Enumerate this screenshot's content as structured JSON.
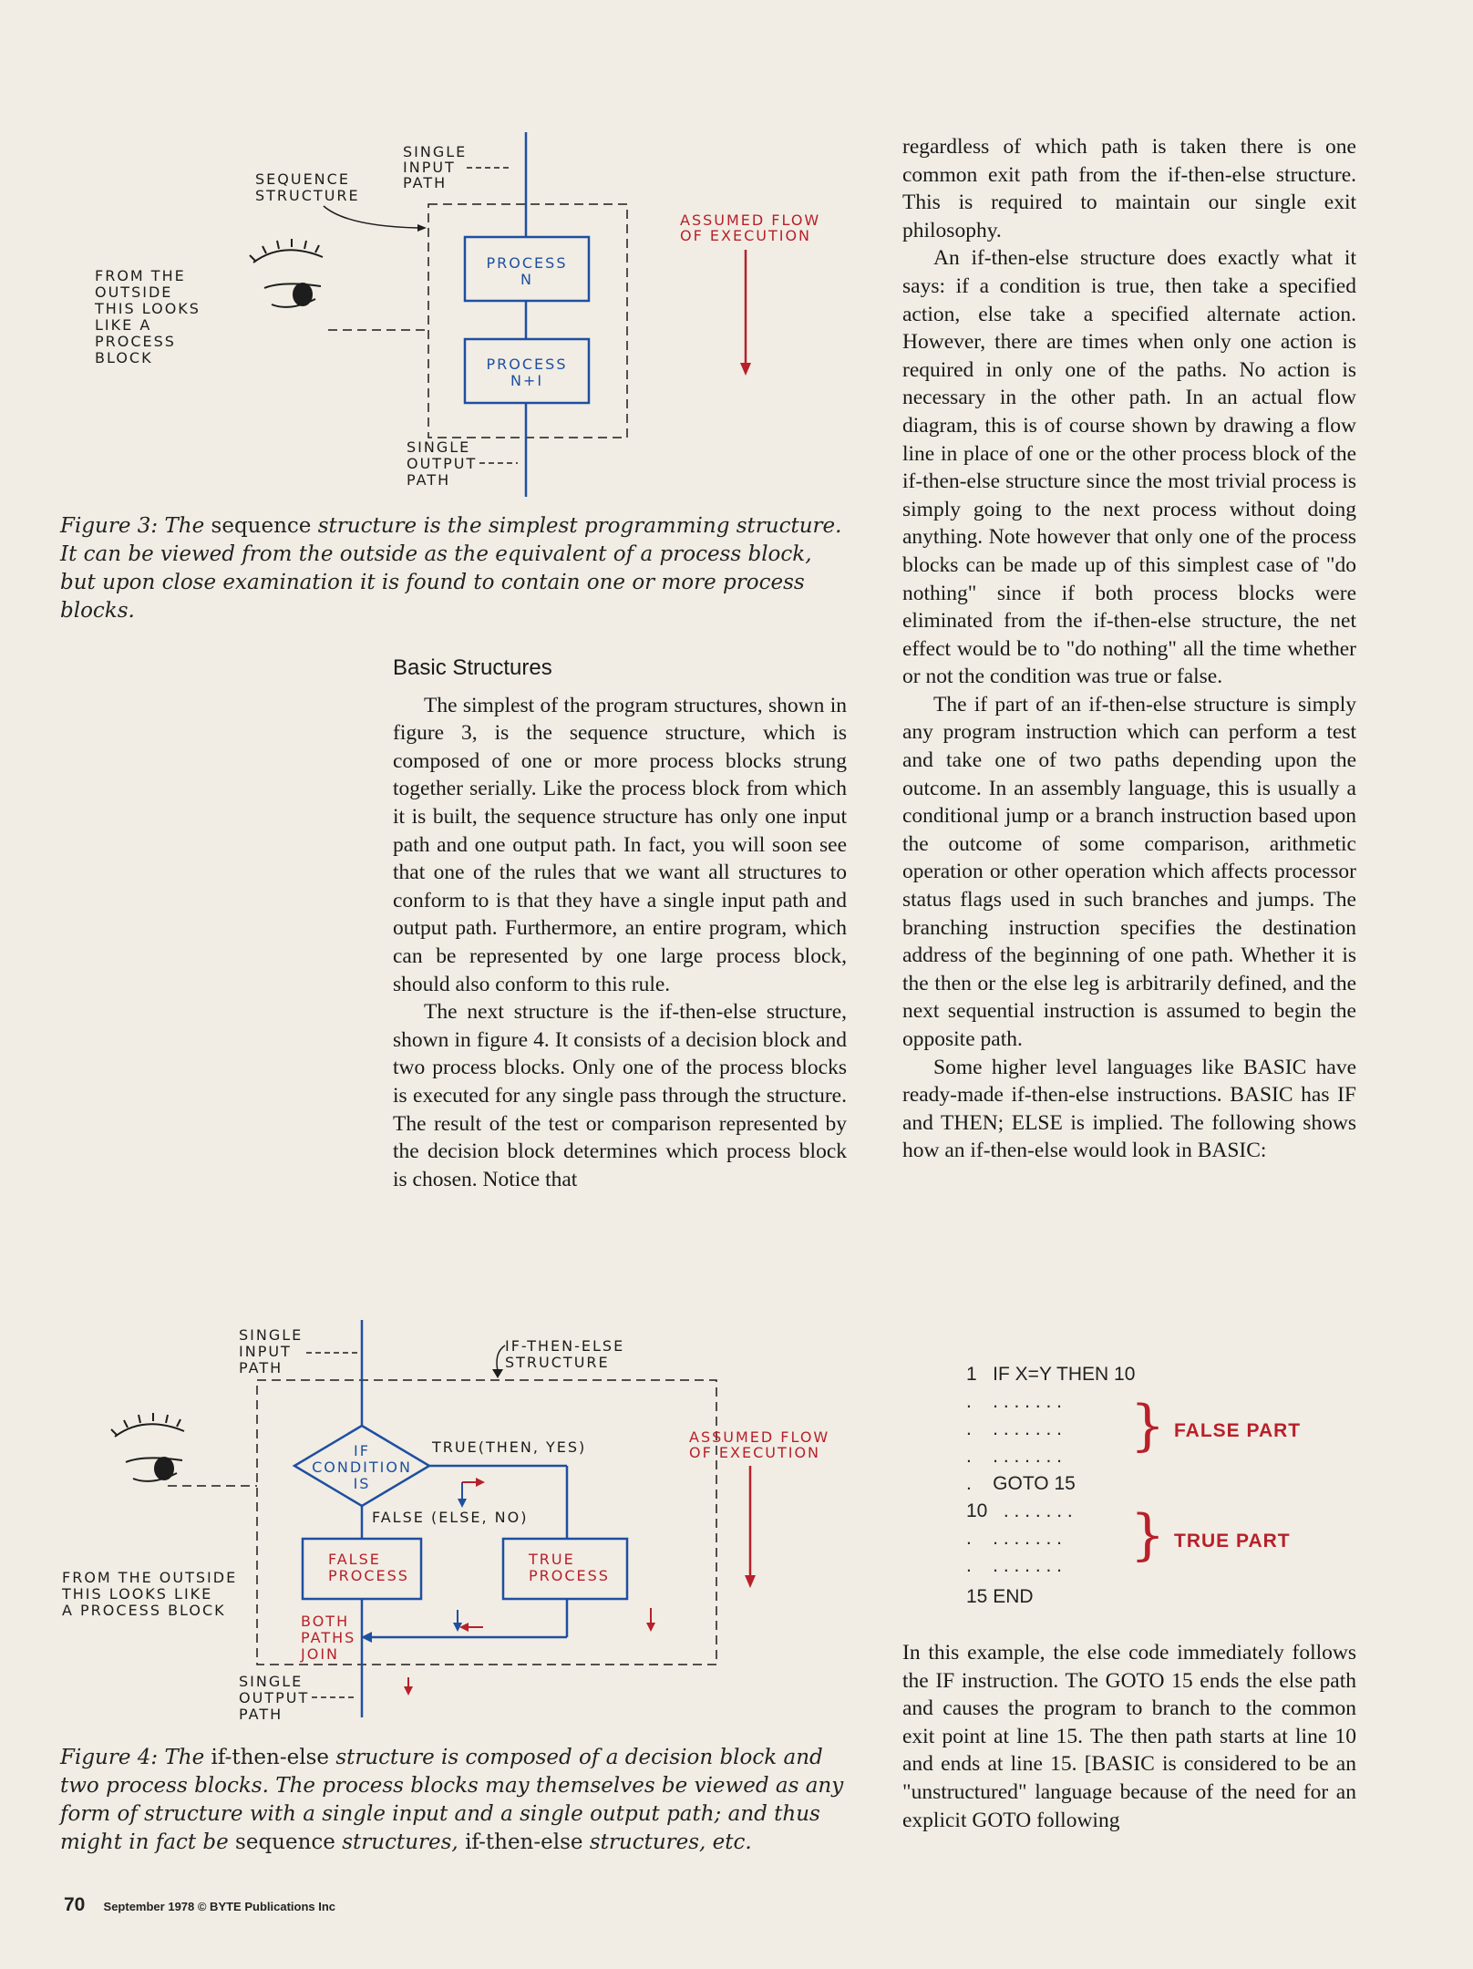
{
  "figure3": {
    "sequence_structure": [
      "SEQUENCE",
      "STRUCTURE"
    ],
    "single_input_path": [
      "SINGLE",
      "INPUT",
      "PATH"
    ],
    "single_output_path": [
      "SINGLE",
      "OUTPUT",
      "PATH"
    ],
    "process_n": [
      "PROCESS",
      "N"
    ],
    "process_n1": [
      "PROCESS",
      "N+I"
    ],
    "assumed_flow": [
      "ASSUMED FLOW",
      "OF EXECUTION"
    ],
    "outside_note": [
      "FROM THE",
      "OUTSIDE",
      "THIS LOOKS",
      "LIKE A",
      "PROCESS",
      "BLOCK"
    ],
    "caption": {
      "a": "Figure 3: The ",
      "b": "sequence",
      "c": " structure is the simplest programming structure. It can be viewed from the outside as the equivalent of a process block, but upon close examination it is found to contain one or more process blocks."
    }
  },
  "figure4": {
    "single_input_path": [
      "SINGLE",
      "INPUT",
      "PATH"
    ],
    "single_output_path": [
      "SINGLE",
      "OUTPUT",
      "PATH"
    ],
    "structure_label": [
      "IF-THEN-ELSE",
      "STRUCTURE"
    ],
    "condition": [
      "IF",
      "CONDITION",
      "IS"
    ],
    "true_label": "TRUE(THEN, YES)",
    "false_label": "FALSE (ELSE, NO)",
    "false_process": [
      "FALSE",
      "PROCESS"
    ],
    "true_process": [
      "TRUE",
      "PROCESS"
    ],
    "both_paths_join": [
      "BOTH",
      "PATHS",
      "JOIN"
    ],
    "assumed_flow": [
      "ASSUMED FLOW",
      "OF EXECUTION"
    ],
    "outside_note": [
      "FROM THE OUTSIDE",
      "THIS LOOKS LIKE",
      "A PROCESS BLOCK"
    ],
    "caption": {
      "a": "Figure 4: The ",
      "b": "if-then-else",
      "c": " structure is composed of a decision block and two process blocks. The process blocks may themselves be viewed as any form of structure with a single input and a single output path; and thus might in fact be ",
      "d": "sequence",
      "e": " structures, ",
      "f": "if-then-else",
      "g": " structures, etc."
    }
  },
  "middle_column": {
    "heading": "Basic Structures",
    "p1": "The simplest of the program structures, shown in figure 3, is the sequence structure, which is composed of one or more process blocks strung together serially. Like the process block from which it is built, the sequence structure has only one input path and one output path. In fact, you will soon see that one of the rules that we want all structures to conform to is that they have a single input path and output path. Furthermore, an entire program, which can be represented by one large process block, should also conform to this rule.",
    "p2": "The next structure is the if-then-else structure, shown in figure 4. It consists of a decision block and two process blocks. Only one of the process blocks is executed for any single pass through the structure. The result of the test or comparison represented by the decision block determines which process block is chosen. Notice that"
  },
  "right_column": {
    "p1": "regardless of which path is taken there is one common exit path from the if-then-else structure. This is required to maintain our single exit philosophy.",
    "p2": "An if-then-else structure does exactly what it says: if a condition is true, then take a specified action, else take a specified alternate action. However, there are times when only one action is required in only one of the paths. No action is necessary in the other path. In an actual flow diagram, this is of course shown by drawing a flow line in place of one or the other process block of the if-then-else structure since the most trivial process is simply going to the next process without doing anything. Note however that only one of the process blocks can be made up of this simplest case of \"do nothing\" since if both process blocks were eliminated from the if-then-else structure, the net effect would be to \"do nothing\" all the time whether or not the condition was true or false.",
    "p3": "The if part of an if-then-else structure is simply any program instruction which can perform a test and take one of two paths depending upon the outcome. In an assembly language, this is usually a conditional jump or a branch instruction based upon the outcome of some comparison, arithmetic operation or other operation which affects processor status flags used in such branches and jumps. The branching instruction specifies the destination address of the beginning of one path. Whether it is the then or the else leg is arbitrarily defined, and the next sequential instruction is assumed to begin the opposite path.",
    "p4": "Some higher level languages like BASIC have ready-made if-then-else instructions. BASIC has IF and THEN; ELSE is implied. The following shows how an if-then-else would look in BASIC:",
    "code": [
      "1   IF X=Y THEN 10",
      ".    . . . . . . .",
      ".    . . . . . . .",
      ".    . . . . . . .",
      ".    GOTO 15",
      "10   . . . . . . .",
      ".    . . . . . . .",
      ".    . . . . . . .",
      "15 END"
    ],
    "false_part": "FALSE PART",
    "true_part": "TRUE PART",
    "p5": "In this example, the else code immediately follows the IF instruction. The GOTO 15 ends the else path and causes the program to branch to the common exit point at line 15. The then path starts at line 10 and ends at line 15. [BASIC is considered to be an \"unstructured\" language because of the need for an explicit GOTO following"
  },
  "footer": {
    "page": "70",
    "text": "September 1978 © BYTE Publications Inc"
  }
}
